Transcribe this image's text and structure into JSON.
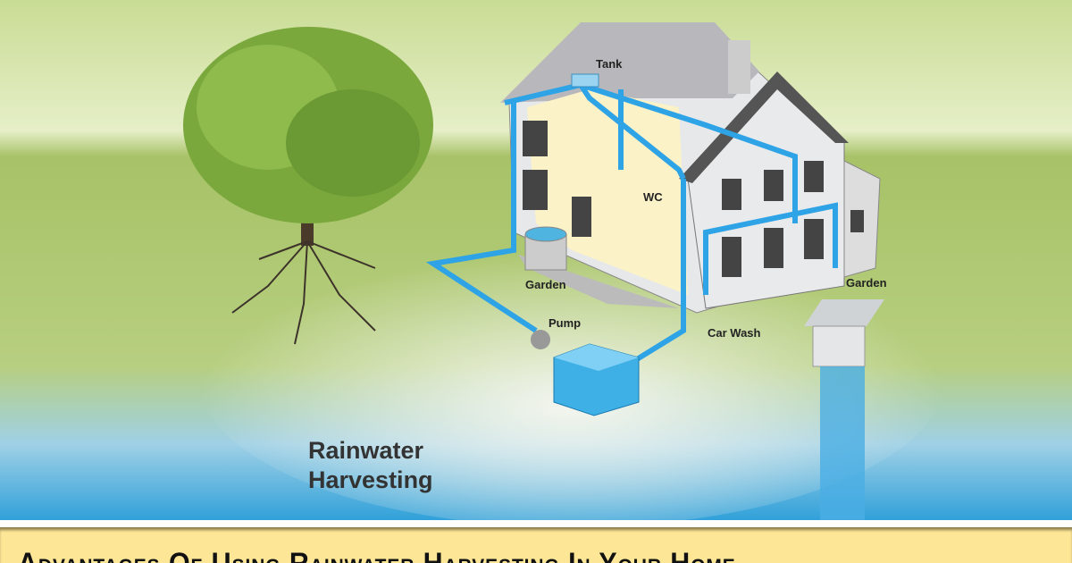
{
  "diagram": {
    "title_line1": "Rainwater",
    "title_line2": "Harvesting",
    "labels": {
      "tank": "Tank",
      "wc": "WC",
      "garden_left": "Garden",
      "pump": "Pump",
      "car_wash": "Car Wash",
      "garden_right": "Garden"
    },
    "colors": {
      "pipe": "#2ea3e6",
      "grass": "#a9c46a",
      "water": "#3aa6dc",
      "banner": "#fde797"
    }
  },
  "banner": {
    "headline": "Advantages Of Using Rainwater Harvesting In Your Home"
  }
}
